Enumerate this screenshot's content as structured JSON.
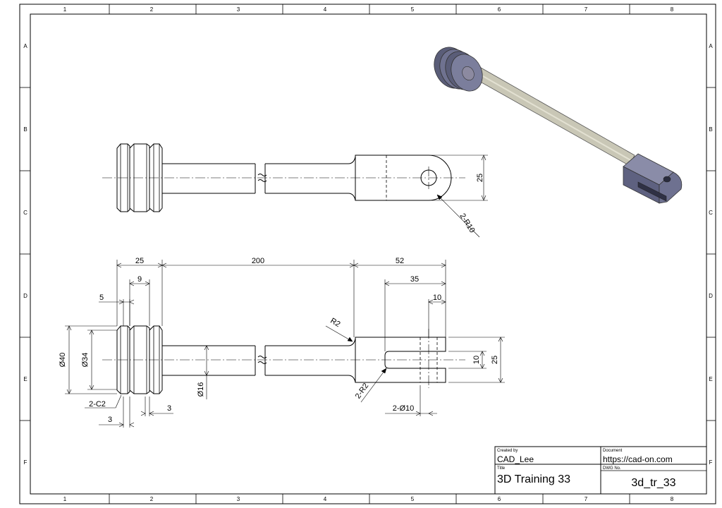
{
  "border": {
    "columns": [
      "1",
      "2",
      "3",
      "4",
      "5",
      "6",
      "7",
      "8"
    ],
    "rows": [
      "A",
      "B",
      "C",
      "D",
      "E",
      "F"
    ]
  },
  "dimensions": {
    "top_view": {
      "height_25": "25",
      "radius": "2-R10"
    },
    "front_view": {
      "d25": "25",
      "d9": "9",
      "d5": "5",
      "d200": "200",
      "d52": "52",
      "d35": "35",
      "d10_top": "10",
      "r2": "R2",
      "dia40": "Ø40",
      "dia34": "Ø34",
      "dia16": "Ø16",
      "chamfer": "2-C2",
      "d3_right": "3",
      "d3_left": "3",
      "r2_slot": "2-R2",
      "hole": "2-Ø10",
      "slot10": "10",
      "height25": "25"
    }
  },
  "title_block": {
    "created_by_label": "Created by",
    "created_by": "CAD_Lee",
    "document_label": "Document",
    "document": "https://cad-on.com",
    "title_label": "Title",
    "title": "3D Training 33",
    "dwg_label": "DWG No.",
    "dwg_no": "3d_tr_33"
  },
  "colors": {
    "piston": "#6f7290",
    "rod": "#c9c7b6",
    "line": "#000000"
  }
}
